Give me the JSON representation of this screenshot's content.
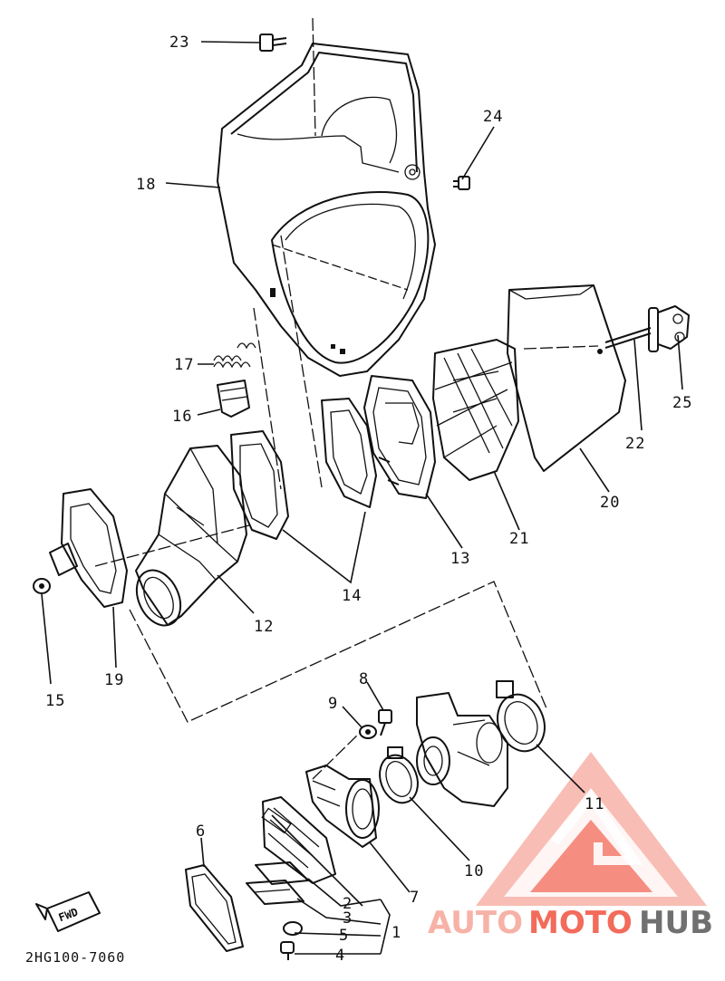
{
  "diagram": {
    "code": "2HG100-7060",
    "fwd_label": "FWD",
    "watermark": {
      "part1": "AUTO",
      "part2": "MOTO",
      "part3": "HUB",
      "colors": {
        "accent": "#f26b5b",
        "light": "#f7b2a7",
        "dark": "#707070"
      }
    },
    "callouts": [
      {
        "id": "23",
        "label": "23"
      },
      {
        "id": "24",
        "label": "24"
      },
      {
        "id": "18",
        "label": "18"
      },
      {
        "id": "17",
        "label": "17"
      },
      {
        "id": "16",
        "label": "16"
      },
      {
        "id": "22",
        "label": "22"
      },
      {
        "id": "25",
        "label": "25"
      },
      {
        "id": "20",
        "label": "20"
      },
      {
        "id": "21",
        "label": "21"
      },
      {
        "id": "13",
        "label": "13"
      },
      {
        "id": "14",
        "label": "14"
      },
      {
        "id": "12",
        "label": "12"
      },
      {
        "id": "19",
        "label": "19"
      },
      {
        "id": "15",
        "label": "15"
      },
      {
        "id": "8",
        "label": "8"
      },
      {
        "id": "9",
        "label": "9"
      },
      {
        "id": "11",
        "label": "11"
      },
      {
        "id": "10",
        "label": "10"
      },
      {
        "id": "6",
        "label": "6"
      },
      {
        "id": "7",
        "label": "7"
      },
      {
        "id": "2",
        "label": "2"
      },
      {
        "id": "3",
        "label": "3"
      },
      {
        "id": "1",
        "label": "1"
      },
      {
        "id": "5",
        "label": "5"
      },
      {
        "id": "4",
        "label": "4"
      }
    ]
  }
}
